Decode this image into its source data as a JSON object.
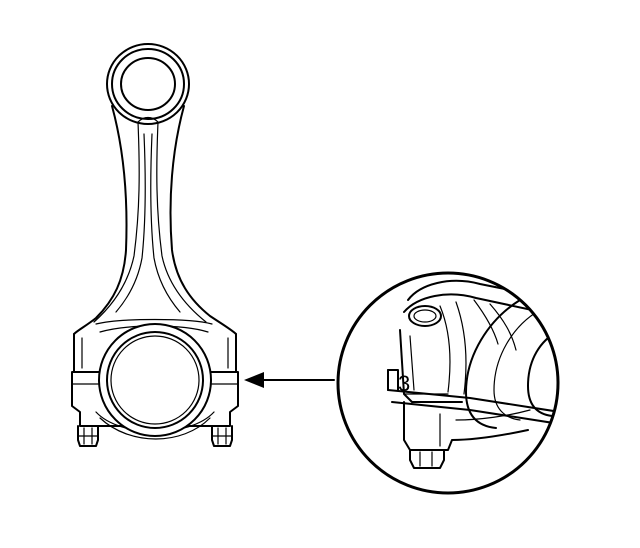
{
  "diagram": {
    "callout_mark": "3",
    "colors": {
      "ink": "#000000",
      "background": "#ffffff"
    },
    "elements": [
      "connecting-rod",
      "small-end-bore",
      "rod-beam",
      "big-end-cap",
      "cap-bolt-left",
      "cap-bolt-right",
      "pointer-arrow",
      "detail-magnifier-circle"
    ]
  }
}
